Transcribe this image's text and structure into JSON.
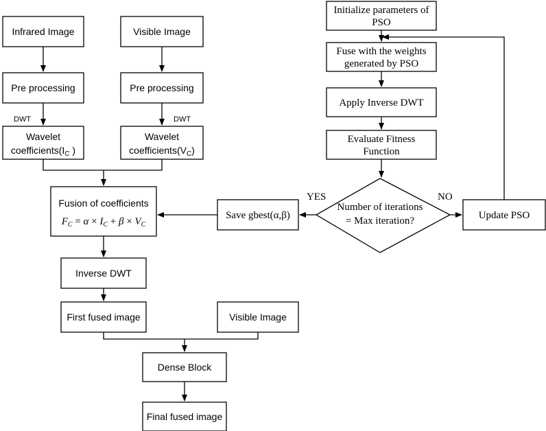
{
  "nodes": {
    "infrared_image": "Infrared Image",
    "visible_image_top": "Visible Image",
    "pre_processing_left": "Pre processing",
    "pre_processing_right": "Pre processing",
    "wavelet_ic": {
      "line1": "Wavelet",
      "line2_prefix": "coefficients(I",
      "line2_sub": "C",
      "line2_suffix": " )"
    },
    "wavelet_vc": {
      "line1": "Wavelet",
      "line2_prefix": "coefficients(V",
      "line2_sub": "C",
      "line2_suffix": ")"
    },
    "fusion": {
      "line1": "Fusion of coefficients",
      "formula": {
        "f": "F",
        "c": "C",
        "eq": " = ",
        "alpha": "α",
        "times": " × ",
        "i": "I",
        "plus": " + ",
        "beta": "β",
        "v": "V"
      }
    },
    "inverse_dwt_left": "Inverse DWT",
    "first_fused": "First fused image",
    "visible_image_bottom": "Visible Image",
    "dense_block": "Dense Block",
    "final_fused": "Final fused image",
    "init_pso": {
      "line1": "Initialize parameters of",
      "line2": "PSO"
    },
    "fuse_weights": {
      "line1": "Fuse with the weights",
      "line2": "generated by PSO"
    },
    "apply_inverse_dwt": "Apply Inverse DWT",
    "evaluate_fitness": {
      "line1": "Evaluate Fitness",
      "line2": "Function"
    },
    "decision": {
      "line1": "Number of iterations",
      "line2": "= Max iteration?"
    },
    "save_gbest": "Save gbest(α,β)",
    "update_pso": "Update PSO"
  },
  "edge_labels": {
    "dwt_left": "DWT",
    "dwt_right": "DWT",
    "yes": "YES",
    "no": "NO"
  }
}
